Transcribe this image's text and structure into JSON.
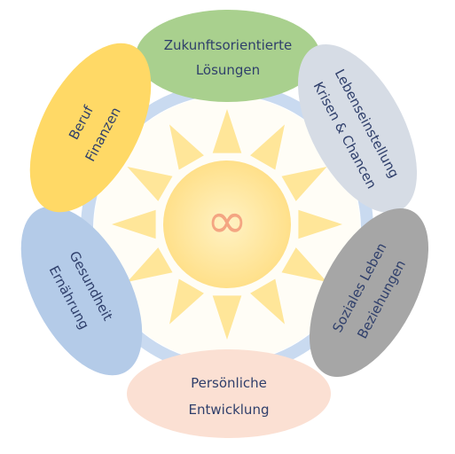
{
  "diagram": {
    "center_symbol": "∞",
    "segments": [
      {
        "lines": [
          "Zukunftsorientierte",
          "Lösungen"
        ],
        "fill": "#a9d08e",
        "text_color": "#2f3f6b"
      },
      {
        "lines": [
          "Lebenseinstellung",
          "Krisen & Chancen"
        ],
        "fill": "#d6dce5",
        "text_color": "#2f3f6b"
      },
      {
        "lines": [
          "Soziales Leben",
          "Beziehungen"
        ],
        "fill": "#a6a6a6",
        "text_color": "#2f3f6b"
      },
      {
        "lines": [
          "Persönliche",
          "Entwicklung"
        ],
        "fill": "#fbe0d3",
        "text_color": "#2f3f6b"
      },
      {
        "lines": [
          "Gesundheit",
          "Ernährung"
        ],
        "fill": "#b4cbe8",
        "text_color": "#2f3f6b"
      },
      {
        "lines": [
          "Beruf",
          "Finanzen"
        ],
        "fill": "#ffd966",
        "text_color": "#2f3f6b"
      }
    ],
    "colors": {
      "ring": "#c9daf0",
      "sun_rays": "#ffe699",
      "sun_core": "#ffe08a",
      "infinity": "#f4a582"
    }
  }
}
